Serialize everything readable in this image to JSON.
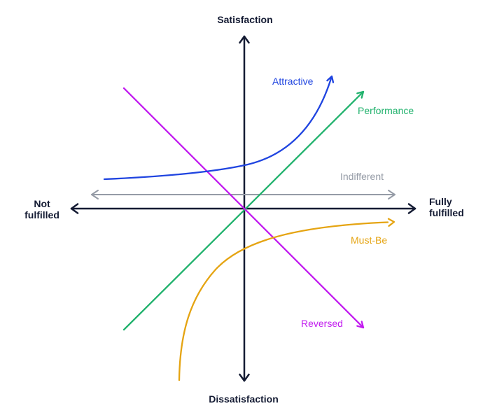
{
  "axes": {
    "top_label": "Satisfaction",
    "bottom_label": "Dissatisfaction",
    "left_label": "Not fulfilled",
    "right_label": "Fully fulfilled",
    "color": "#141b33"
  },
  "curves": {
    "attractive": {
      "label": "Attractive",
      "color": "#1f44e0",
      "shape": "exponential rising curve, upper half"
    },
    "performance": {
      "label": "Performance",
      "color": "#21b26d",
      "shape": "45-degree rising diagonal through origin"
    },
    "indifferent": {
      "label": "Indifferent",
      "color": "#959ba6",
      "shape": "horizontal double-headed line slightly above x-axis"
    },
    "must_be": {
      "label": "Must-Be",
      "color": "#e5a412",
      "shape": "saturating curve rising from lower area toward x-axis"
    },
    "reversed": {
      "label": "Reversed",
      "color": "#c21bef",
      "shape": "45-degree falling diagonal through origin"
    }
  }
}
